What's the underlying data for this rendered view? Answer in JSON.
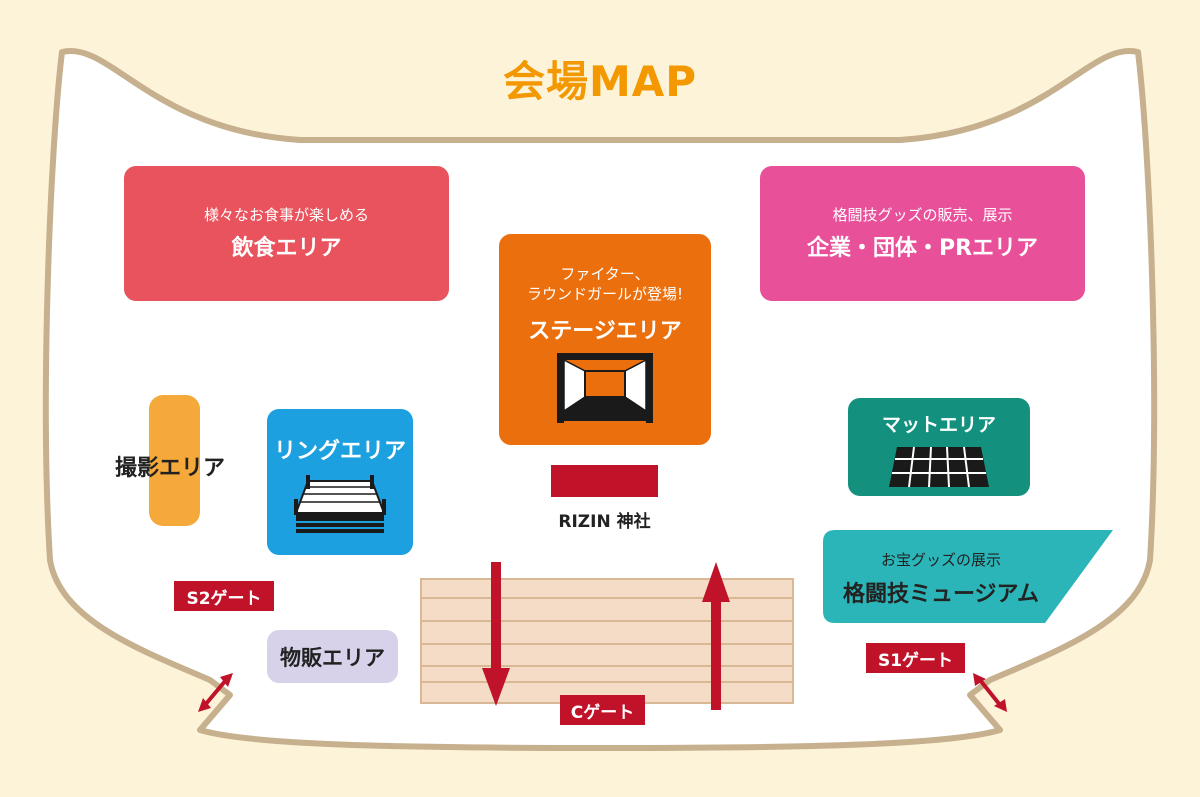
{
  "title": "会場MAP",
  "areas": {
    "food": {
      "sub": "様々なお食事が楽しめる",
      "name": "飲食エリア",
      "color": "#e8535d"
    },
    "corporate": {
      "sub": "格闘技グッズの販売、展示",
      "name": "企業・団体・PRエリア",
      "color": "#e8509a"
    },
    "stage": {
      "sub1": "ファイター、",
      "sub2": "ラウンドガールが登場!",
      "name": "ステージエリア",
      "color": "#ec6f0d"
    },
    "photo": {
      "name": "撮影エリア",
      "color": "#f5a93b"
    },
    "ring": {
      "name": "リングエリア",
      "color": "#1da0e0"
    },
    "mat": {
      "name": "マットエリア",
      "color": "#14917e"
    },
    "museum": {
      "sub": "お宝グッズの展示",
      "name": "格闘技ミュージアム",
      "color": "#2bb5b8"
    },
    "merch": {
      "name": "物販エリア",
      "color": "#d7d1ea"
    }
  },
  "shrine": {
    "name": "RIZIN 神社",
    "color": "#c0132a"
  },
  "gates": {
    "s2": "S2ゲート",
    "s1": "S1ゲート",
    "c": "Cゲート"
  },
  "colors": {
    "background": "#fdf3d9",
    "venue_border": "#c6b08d",
    "gate": "#c0132a",
    "title": "#f39800"
  }
}
